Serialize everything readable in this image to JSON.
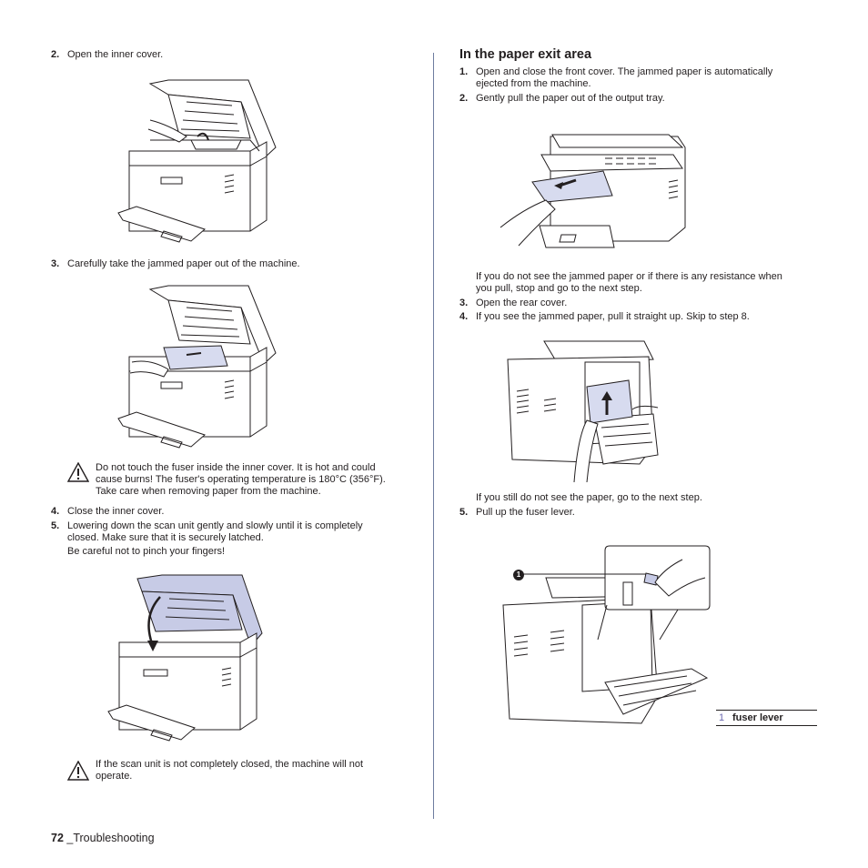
{
  "left": {
    "step2": {
      "num": "2.",
      "text": "Open the inner cover."
    },
    "step3": {
      "num": "3.",
      "text": "Carefully take the jammed paper out of the machine."
    },
    "caution1": {
      "lines": [
        "Do not touch the fuser inside the inner cover. It is hot and could",
        "cause burns! The fuser's operating temperature is 180°C (356°F).",
        "Take care when removing paper from the machine."
      ]
    },
    "step4": {
      "num": "4.",
      "text": "Close the inner cover."
    },
    "step5": {
      "num": "5.",
      "lines": [
        "Lowering down the scan unit gently and slowly until it is completely",
        "closed. Make sure that it is securely latched."
      ],
      "extra": "Be careful not to pinch your fingers!"
    },
    "caution2": {
      "lines": [
        "If the scan unit is not completely closed, the machine will not",
        "operate."
      ]
    }
  },
  "right": {
    "heading": "In the paper exit area",
    "step1": {
      "num": "1.",
      "lines": [
        "Open and close the front cover. The jammed paper is automatically",
        "ejected from the machine."
      ]
    },
    "step2": {
      "num": "2.",
      "text": "Gently pull the paper out of the output tray."
    },
    "note1": {
      "lines": [
        "If you do not see the jammed paper or if there is any resistance when",
        "you pull, stop and go to the next step."
      ]
    },
    "step3": {
      "num": "3.",
      "text": "Open the rear cover."
    },
    "step4": {
      "num": "4.",
      "text": "If you see the jammed paper, pull it straight up. Skip to step 8."
    },
    "note2": "If you still do not see the paper, go to the next step.",
    "step5": {
      "num": "5.",
      "text": "Pull up the fuser lever."
    },
    "callout_marker": "1",
    "legend": {
      "num": "1",
      "label": "fuser lever"
    }
  },
  "footer": {
    "page_num": "72",
    "section": "_Troubleshooting"
  },
  "colors": {
    "accent": "#6c6ab0",
    "scan_unit": "#c7cbe6",
    "paper": "#d7dbef",
    "divider": "#6e7c9f"
  }
}
